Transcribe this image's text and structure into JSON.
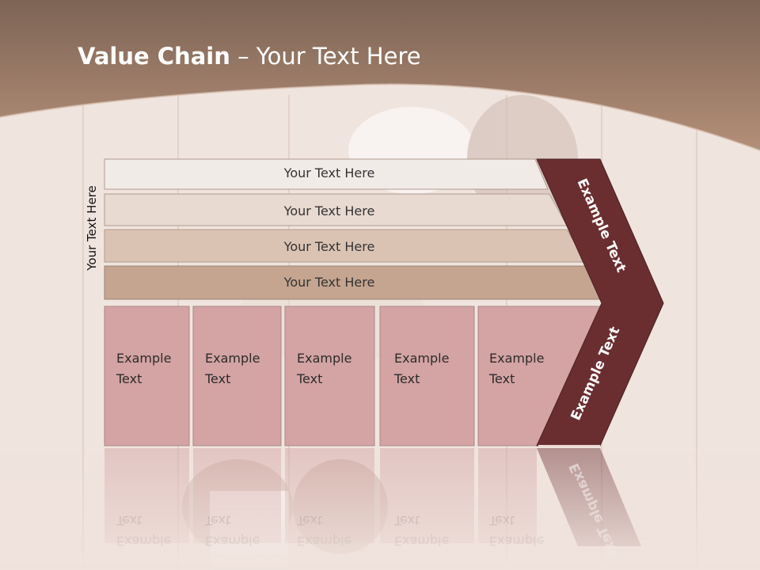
{
  "slide": {
    "title_bold": "Value Chain",
    "title_rest": " – Your Text Here",
    "side_label": "Your Text Here",
    "rows": [
      {
        "label": "Your Text Here"
      },
      {
        "label": "Your Text Here"
      },
      {
        "label": "Your Text Here"
      },
      {
        "label": "Your Text Here"
      }
    ],
    "boxes": [
      {
        "line1": "Example",
        "line2": "Text"
      },
      {
        "line1": "Example",
        "line2": "Text"
      },
      {
        "line1": "Example",
        "line2": "Text"
      },
      {
        "line1": "Example",
        "line2": "Text"
      },
      {
        "line1": "Example",
        "line2": "Text"
      }
    ],
    "chevron_upper": "Example Text",
    "chevron_lower": "Example Text"
  },
  "colors": {
    "header_band": "#a4826d",
    "chevron": "#6a2e31",
    "box_fill": "#d4a3a3",
    "row_fills": [
      "#f1ebe8",
      "#e8d9d1",
      "#dbc3b4",
      "#c5a590"
    ]
  }
}
